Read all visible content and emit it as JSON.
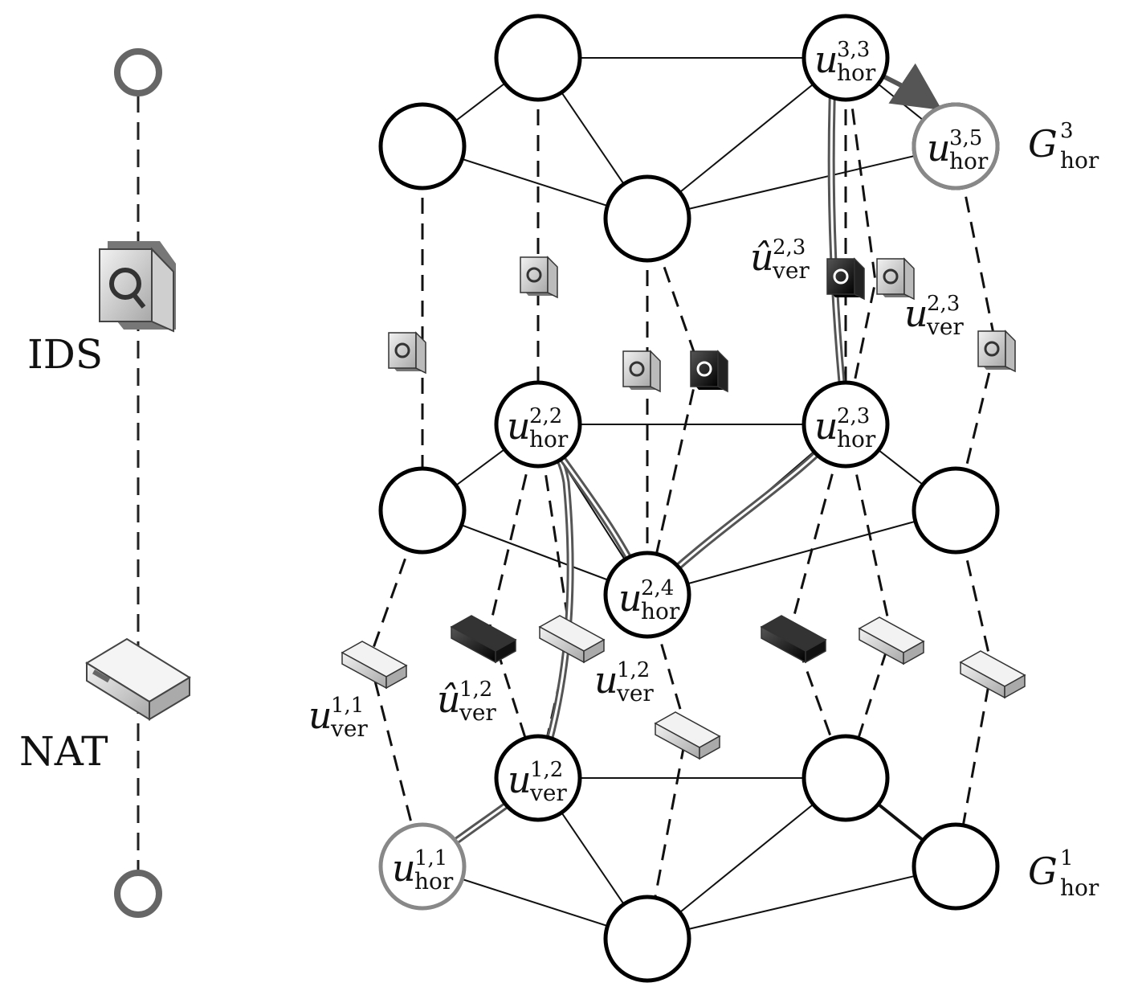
{
  "legend": {
    "ids_label": "IDS",
    "nat_label": "NAT"
  },
  "layers": {
    "top": {
      "base": "G",
      "sub": "hor",
      "sup": "3"
    },
    "bottom": {
      "base": "G",
      "sub": "hor",
      "sup": "1"
    }
  },
  "node_labels": {
    "u_hor_33": {
      "base": "u",
      "sub": "hor",
      "sup": "3,3"
    },
    "u_hor_35": {
      "base": "u",
      "sub": "hor",
      "sup": "3,5"
    },
    "u_hor_22": {
      "base": "u",
      "sub": "hor",
      "sup": "2,2"
    },
    "u_hor_23": {
      "base": "u",
      "sub": "hor",
      "sup": "2,3"
    },
    "u_hor_24": {
      "base": "u",
      "sub": "hor",
      "sup": "2,4"
    },
    "u_ver_12_node": {
      "base": "u",
      "sub": "ver",
      "sup": "1,2"
    },
    "u_hor_11": {
      "base": "u",
      "sub": "hor",
      "sup": "1,1"
    }
  },
  "vnf_labels": {
    "u_hat_ver_23": {
      "base": "û",
      "sub": "ver",
      "sup": "2,3"
    },
    "u_ver_23": {
      "base": "u",
      "sub": "ver",
      "sup": "2,3"
    },
    "u_ver_11": {
      "base": "u",
      "sub": "ver",
      "sup": "1,1"
    },
    "u_hat_ver_12": {
      "base": "û",
      "sub": "ver",
      "sup": "1,2"
    },
    "u_ver_12": {
      "base": "u",
      "sub": "ver",
      "sup": "1,2"
    }
  },
  "colors": {
    "node_stroke": "#000000",
    "highlight_node_stroke": "#8a8a8a",
    "path_stroke": "#555555",
    "device_light": "#d8d8d8",
    "device_dark": "#1a1a1a"
  }
}
